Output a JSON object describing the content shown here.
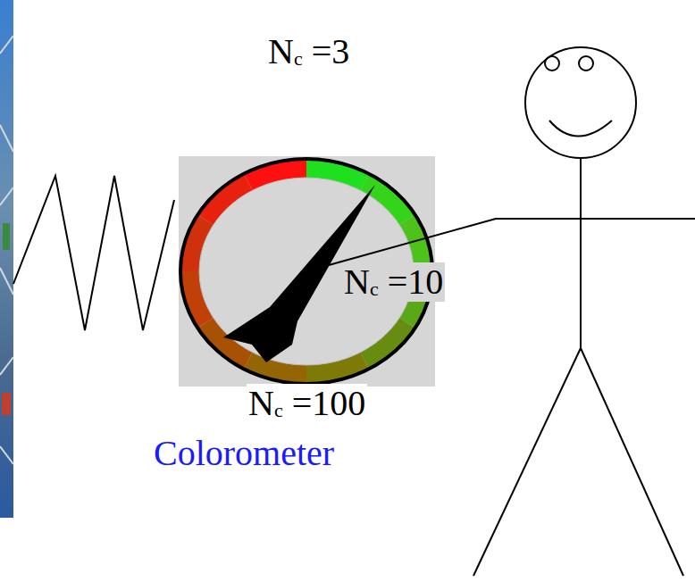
{
  "diagram": {
    "labels": [
      "Nc =3",
      "Nc =10",
      "Nc =100",
      "Colorometer"
    ]
  }
}
